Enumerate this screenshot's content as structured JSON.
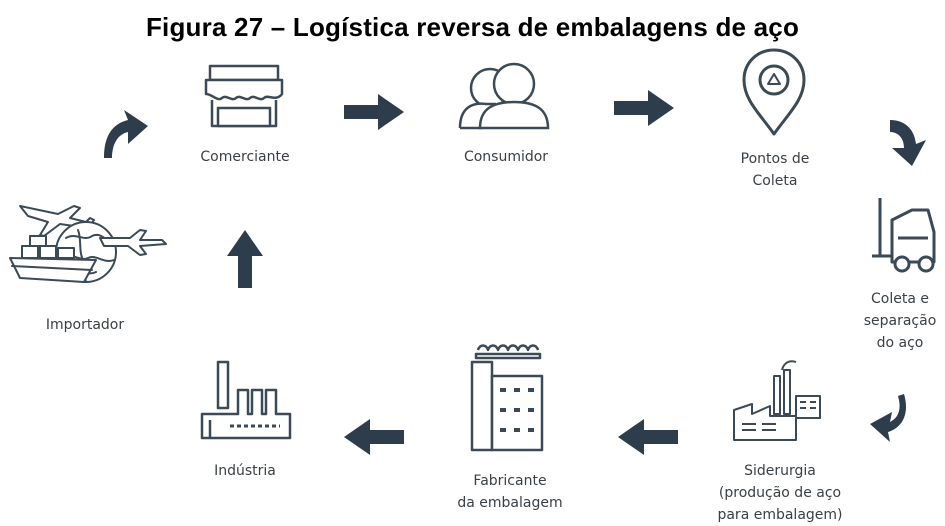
{
  "title": "Figura 27 – Logística reversa de embalagens de aço",
  "colors": {
    "icon": "#3c4a57",
    "arrow": "#2e3d4b",
    "text": "#3a4045"
  },
  "nodes": [
    {
      "id": "importador",
      "icon": "ship-plane-globe-icon",
      "lines": [
        "Importador"
      ]
    },
    {
      "id": "comerciante",
      "icon": "storefront-icon",
      "lines": [
        "Comerciante"
      ]
    },
    {
      "id": "consumidor",
      "icon": "people-icon",
      "lines": [
        "Consumidor"
      ]
    },
    {
      "id": "pontos-coleta",
      "icon": "recycle-pin-icon",
      "lines": [
        "Pontos de",
        "Coleta"
      ]
    },
    {
      "id": "coleta-separacao",
      "icon": "forklift-icon",
      "lines": [
        "Coleta e",
        "separação",
        "do aço"
      ]
    },
    {
      "id": "siderurgia",
      "icon": "steel-mill-icon",
      "lines": [
        "Siderurgia",
        "(produção de aço",
        "para embalagem)"
      ]
    },
    {
      "id": "fabricante",
      "icon": "factory-building-icon",
      "lines": [
        "Fabricante",
        "da embalagem"
      ]
    },
    {
      "id": "industria",
      "icon": "industry-icon",
      "lines": [
        "Indústria"
      ]
    }
  ],
  "flow": [
    [
      "importador",
      "comerciante"
    ],
    [
      "comerciante",
      "consumidor"
    ],
    [
      "consumidor",
      "pontos-coleta"
    ],
    [
      "pontos-coleta",
      "coleta-separacao"
    ],
    [
      "coleta-separacao",
      "siderurgia"
    ],
    [
      "siderurgia",
      "fabricante"
    ],
    [
      "fabricante",
      "industria"
    ],
    [
      "industria",
      "comerciante"
    ]
  ]
}
